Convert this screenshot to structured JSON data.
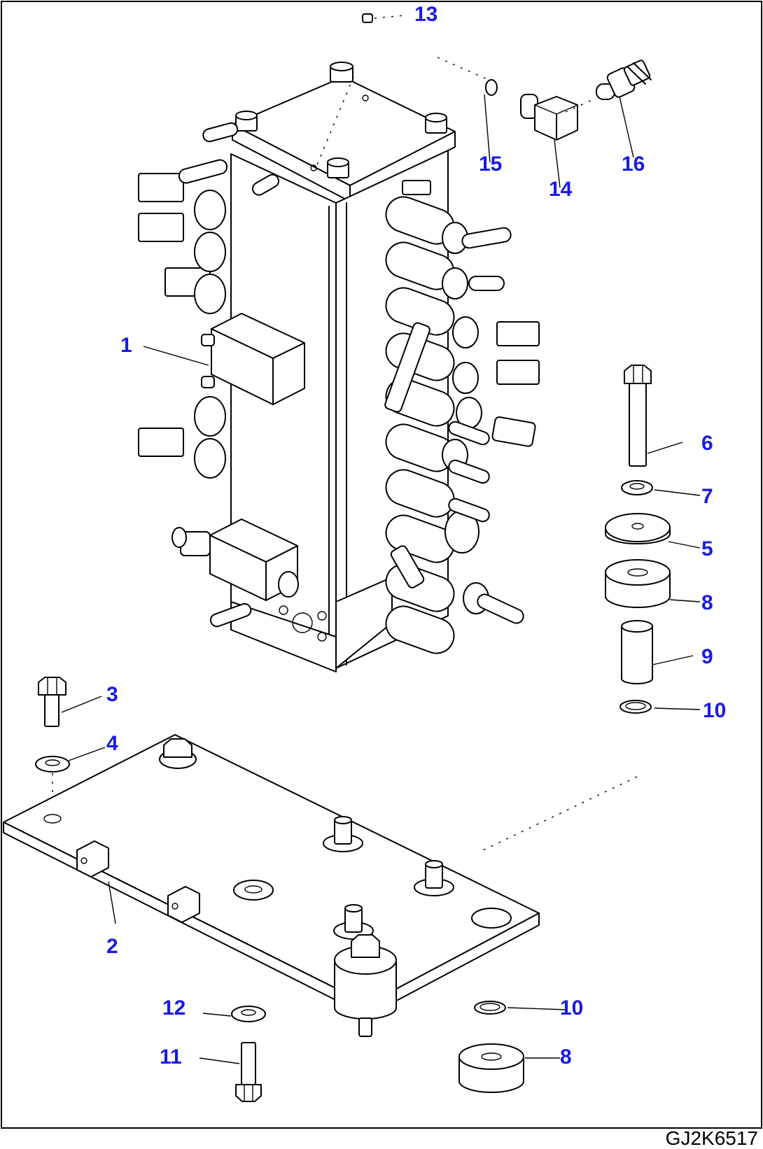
{
  "drawing_code": "GJ2K6517",
  "callouts": [
    {
      "id": "c13",
      "label": "13"
    },
    {
      "id": "c15",
      "label": "15"
    },
    {
      "id": "c14",
      "label": "14"
    },
    {
      "id": "c16",
      "label": "16"
    },
    {
      "id": "c1",
      "label": "1"
    },
    {
      "id": "c6",
      "label": "6"
    },
    {
      "id": "c7",
      "label": "7"
    },
    {
      "id": "c5",
      "label": "5"
    },
    {
      "id": "c8a",
      "label": "8"
    },
    {
      "id": "c9",
      "label": "9"
    },
    {
      "id": "c10a",
      "label": "10"
    },
    {
      "id": "c3",
      "label": "3"
    },
    {
      "id": "c4",
      "label": "4"
    },
    {
      "id": "c2",
      "label": "2"
    },
    {
      "id": "c12",
      "label": "12"
    },
    {
      "id": "c10b",
      "label": "10"
    },
    {
      "id": "c11",
      "label": "11"
    },
    {
      "id": "c8b",
      "label": "8"
    }
  ]
}
